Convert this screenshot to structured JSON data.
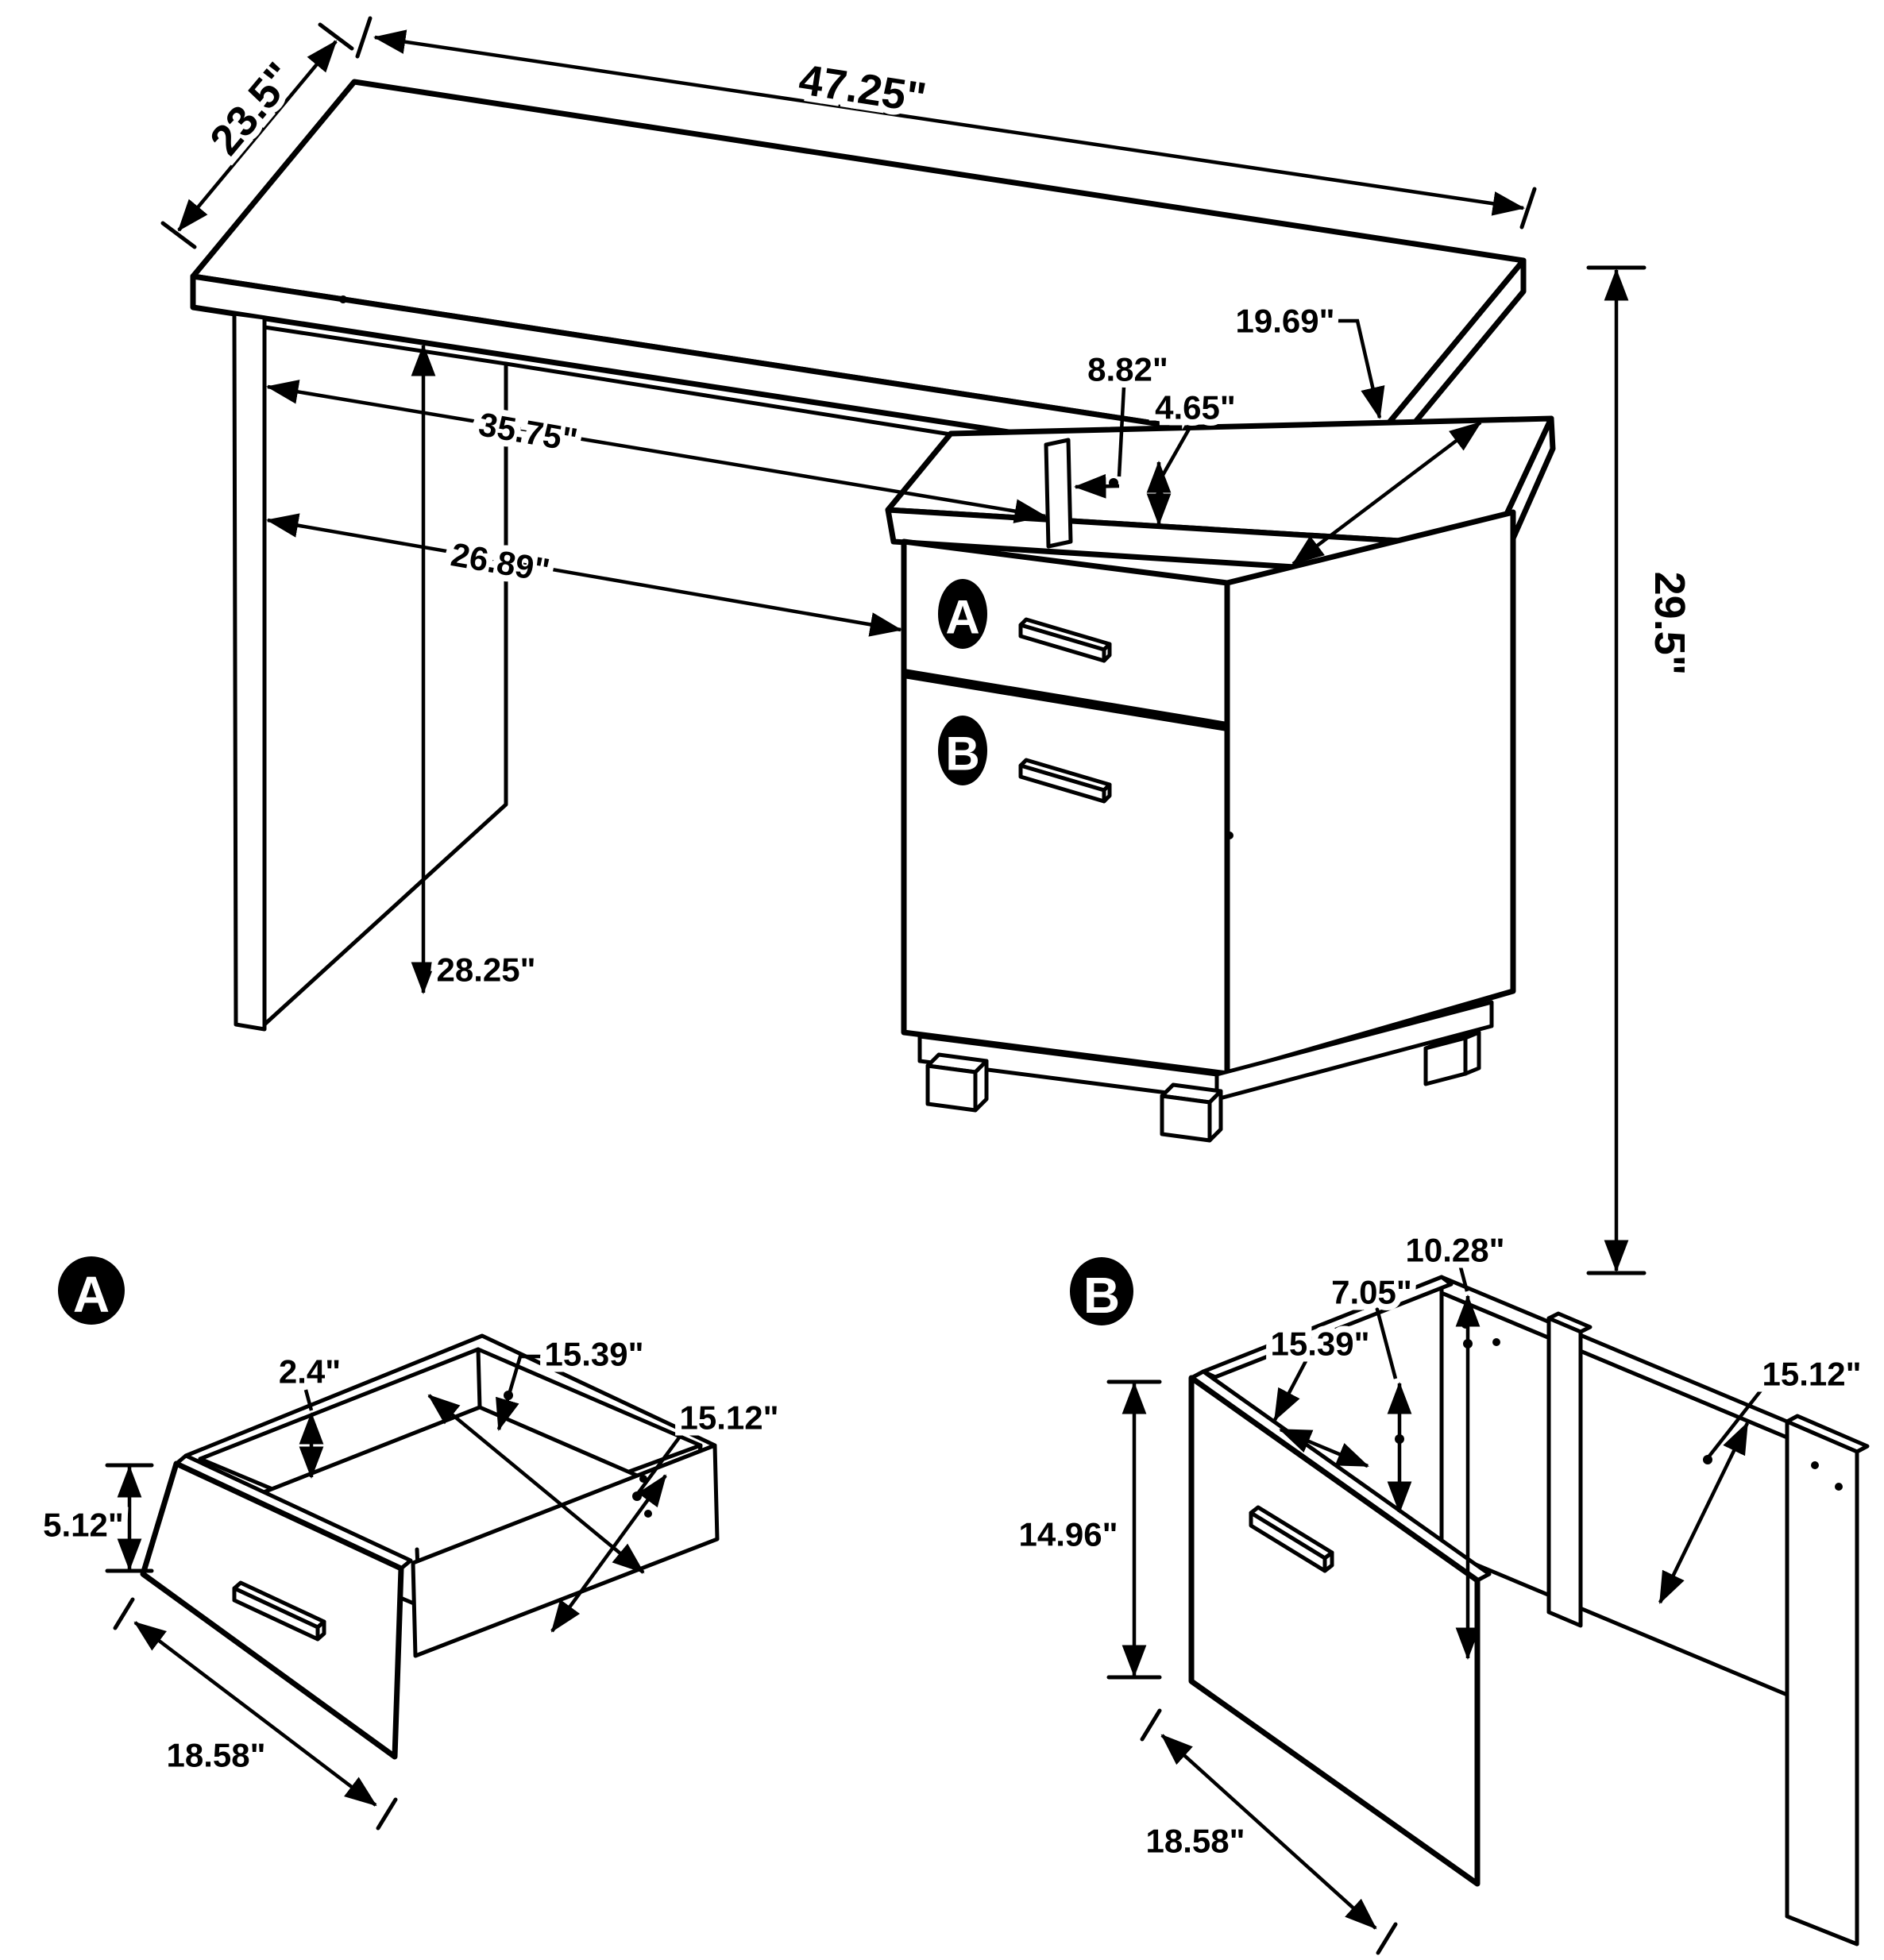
{
  "page": {
    "background": "#ffffff",
    "line_color": "#000000",
    "badge_bg": "#000000",
    "badge_text_color": "#ffffff"
  },
  "main_view": {
    "badges": {
      "a": "A",
      "b": "B"
    },
    "dims": {
      "top_depth": "23.5\"",
      "top_width": "47.25\"",
      "cabinet_depth": "19.69\"",
      "bracket_width": "8.82\"",
      "clearance": "4.65\"",
      "opening_upper": "35.75\"",
      "opening_lower": "26.89\"",
      "overall_height": "29.5\"",
      "leg_height": "28.25\""
    }
  },
  "drawer_a_view": {
    "badge": "A",
    "dims": {
      "rim_thickness": "2.4\"",
      "interior_depth": "15.39\"",
      "interior_width": "15.12\"",
      "front_height": "5.12\"",
      "width": "18.58\""
    }
  },
  "drawer_b_view": {
    "badge": "B",
    "dims": {
      "back_height": "10.28\"",
      "divider_height": "7.05\"",
      "interior_depth": "15.39\"",
      "interior_width": "15.12\"",
      "front_height": "14.96\"",
      "width": "18.58\""
    }
  }
}
